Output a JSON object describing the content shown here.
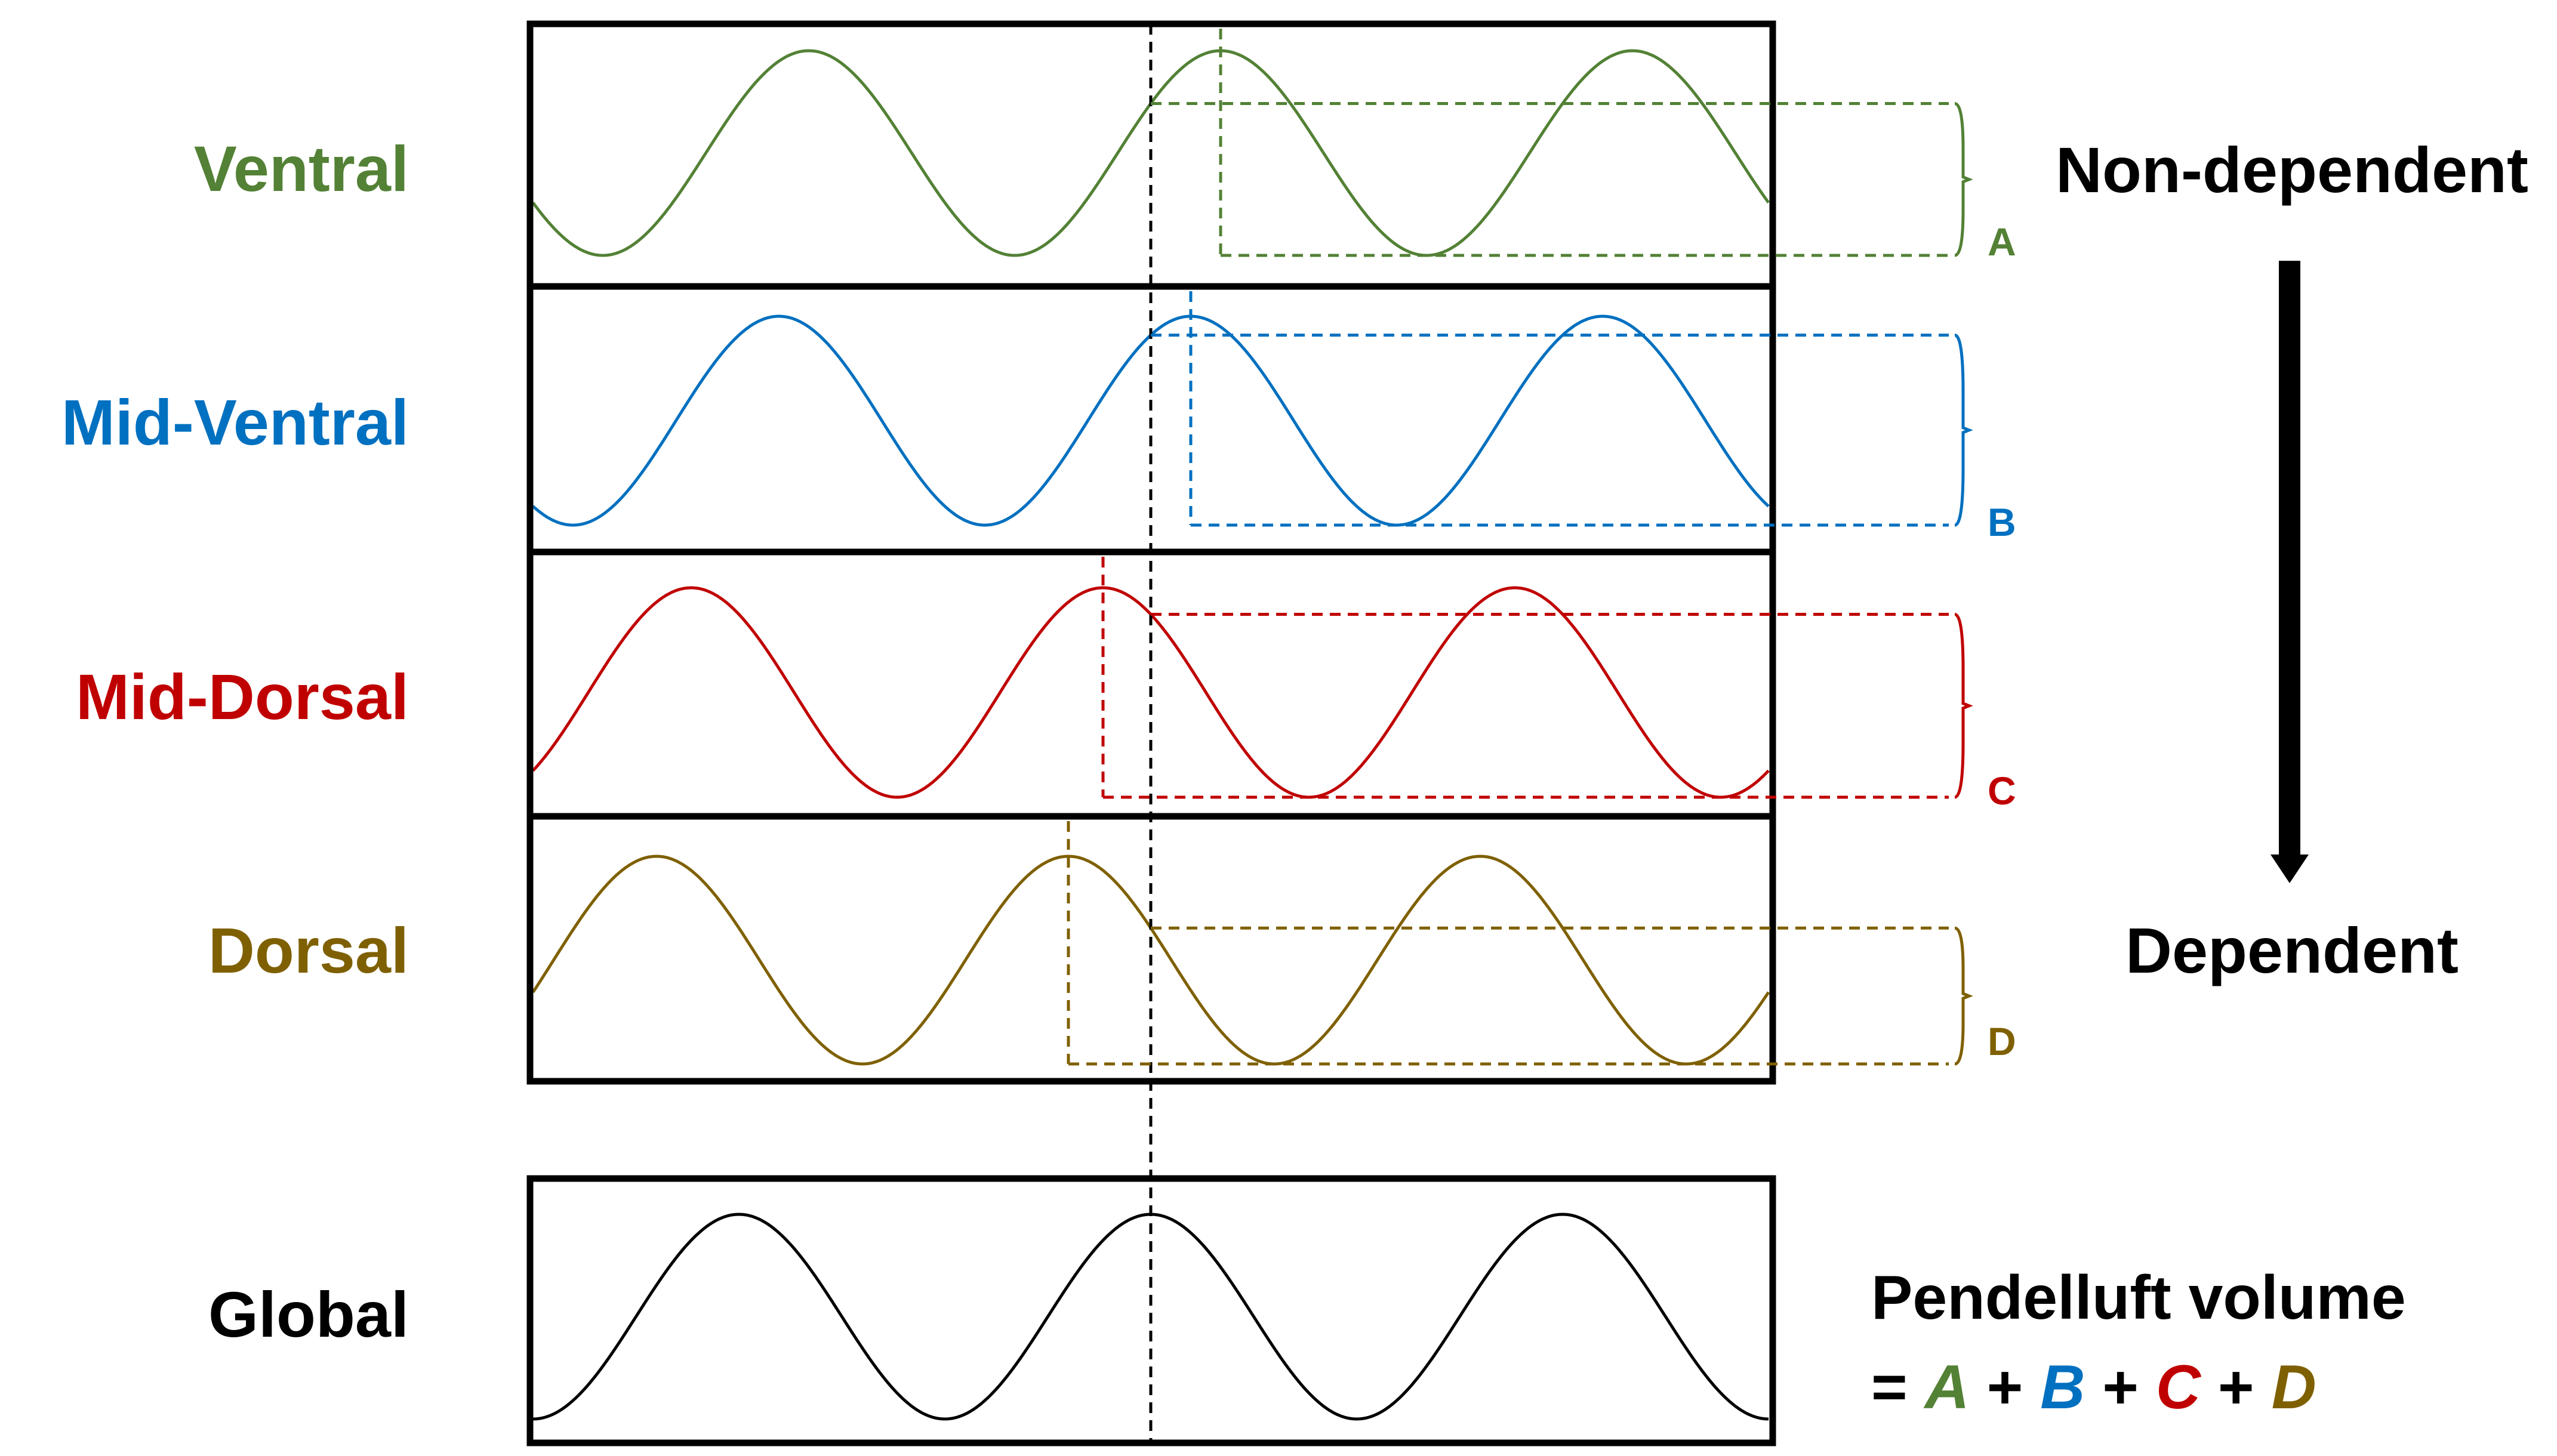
{
  "diagram": {
    "regions": [
      {
        "id": "ventral",
        "label": "Ventral",
        "color": "#538135",
        "bracket": "A"
      },
      {
        "id": "mid-ventral",
        "label": "Mid-Ventral",
        "color": "#0070c0",
        "bracket": "B"
      },
      {
        "id": "mid-dorsal",
        "label": "Mid-Dorsal",
        "color": "#c00000",
        "bracket": "C"
      },
      {
        "id": "dorsal",
        "label": "Dorsal",
        "color": "#7f6000",
        "bracket": "D"
      }
    ],
    "global": {
      "label": "Global",
      "color": "#000000"
    },
    "gradient": {
      "top_label": "Non-dependent",
      "bottom_label": "Dependent"
    },
    "formula": {
      "line1": "Pendelluft volume",
      "eq": "= ",
      "plus": " + ",
      "terms": [
        {
          "text": "A",
          "color": "#538135"
        },
        {
          "text": "B",
          "color": "#0070c0"
        },
        {
          "text": "C",
          "color": "#c00000"
        },
        {
          "text": "D",
          "color": "#7f6000"
        }
      ]
    }
  }
}
